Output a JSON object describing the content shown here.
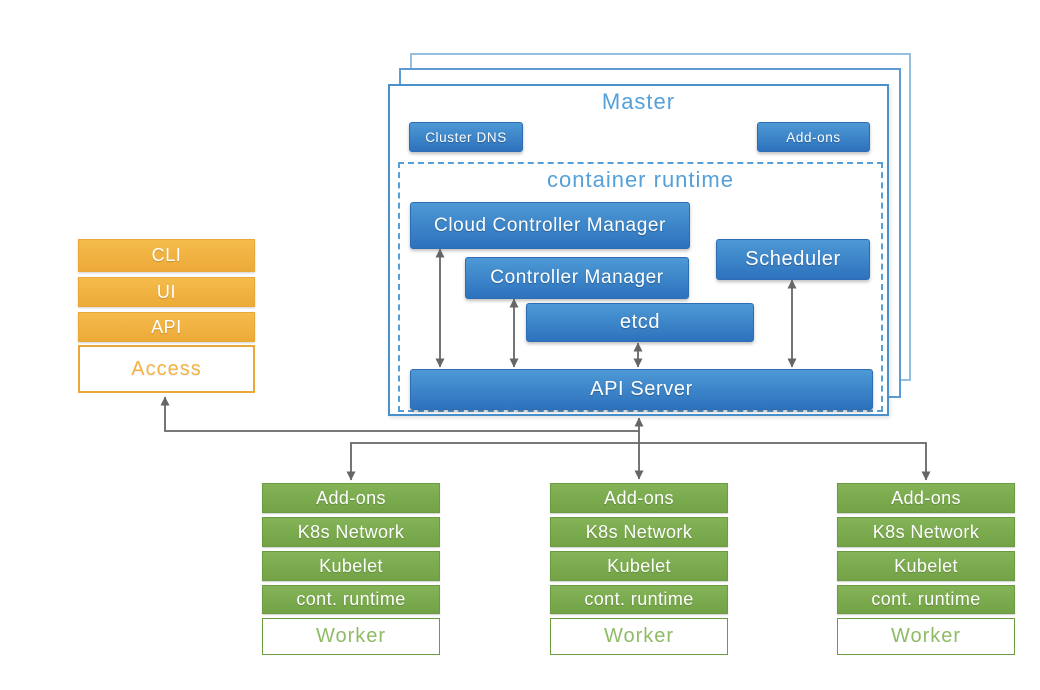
{
  "colors": {
    "blue-top": "#4d99d5",
    "blue-bottom": "#2d72bd",
    "blue-border": "#2e6db4",
    "light-blue": "#55a0d9",
    "master-border": "#4a90ca",
    "master-border-mid": "#5d9cd3",
    "master-border-back": "#94bfe0",
    "dashed-border": "#559fd8",
    "orange-top": "#f4bc4c",
    "orange-bottom": "#edaa38",
    "orange-border": "#e9a938",
    "access-text": "#f2b545",
    "green-top": "#84b358",
    "green-bottom": "#73a346",
    "green-border": "#6c9c42",
    "worker-text": "#90bb66",
    "arrow-gray": "#666666"
  },
  "master": {
    "title": "Master",
    "cluster_dns_label": "Cluster DNS",
    "addons_label": "Add-ons",
    "container_runtime": {
      "title": "container runtime",
      "cloud_controller_manager": "Cloud Controller Manager",
      "controller_manager": "Controller Manager",
      "scheduler": "Scheduler",
      "etcd": "etcd",
      "api_server": "API Server"
    }
  },
  "access_stack": {
    "rows": [
      {
        "label": "CLI"
      },
      {
        "label": "UI"
      },
      {
        "label": "API"
      }
    ],
    "title": "Access"
  },
  "workers": [
    {
      "rows": [
        {
          "label": "Add-ons"
        },
        {
          "label": "K8s Network"
        },
        {
          "label": "Kubelet"
        },
        {
          "label": "cont. runtime"
        }
      ],
      "title": "Worker"
    },
    {
      "rows": [
        {
          "label": "Add-ons"
        },
        {
          "label": "K8s Network"
        },
        {
          "label": "Kubelet"
        },
        {
          "label": "cont. runtime"
        }
      ],
      "title": "Worker"
    },
    {
      "rows": [
        {
          "label": "Add-ons"
        },
        {
          "label": "K8s Network"
        },
        {
          "label": "Kubelet"
        },
        {
          "label": "cont. runtime"
        }
      ],
      "title": "Worker"
    }
  ]
}
